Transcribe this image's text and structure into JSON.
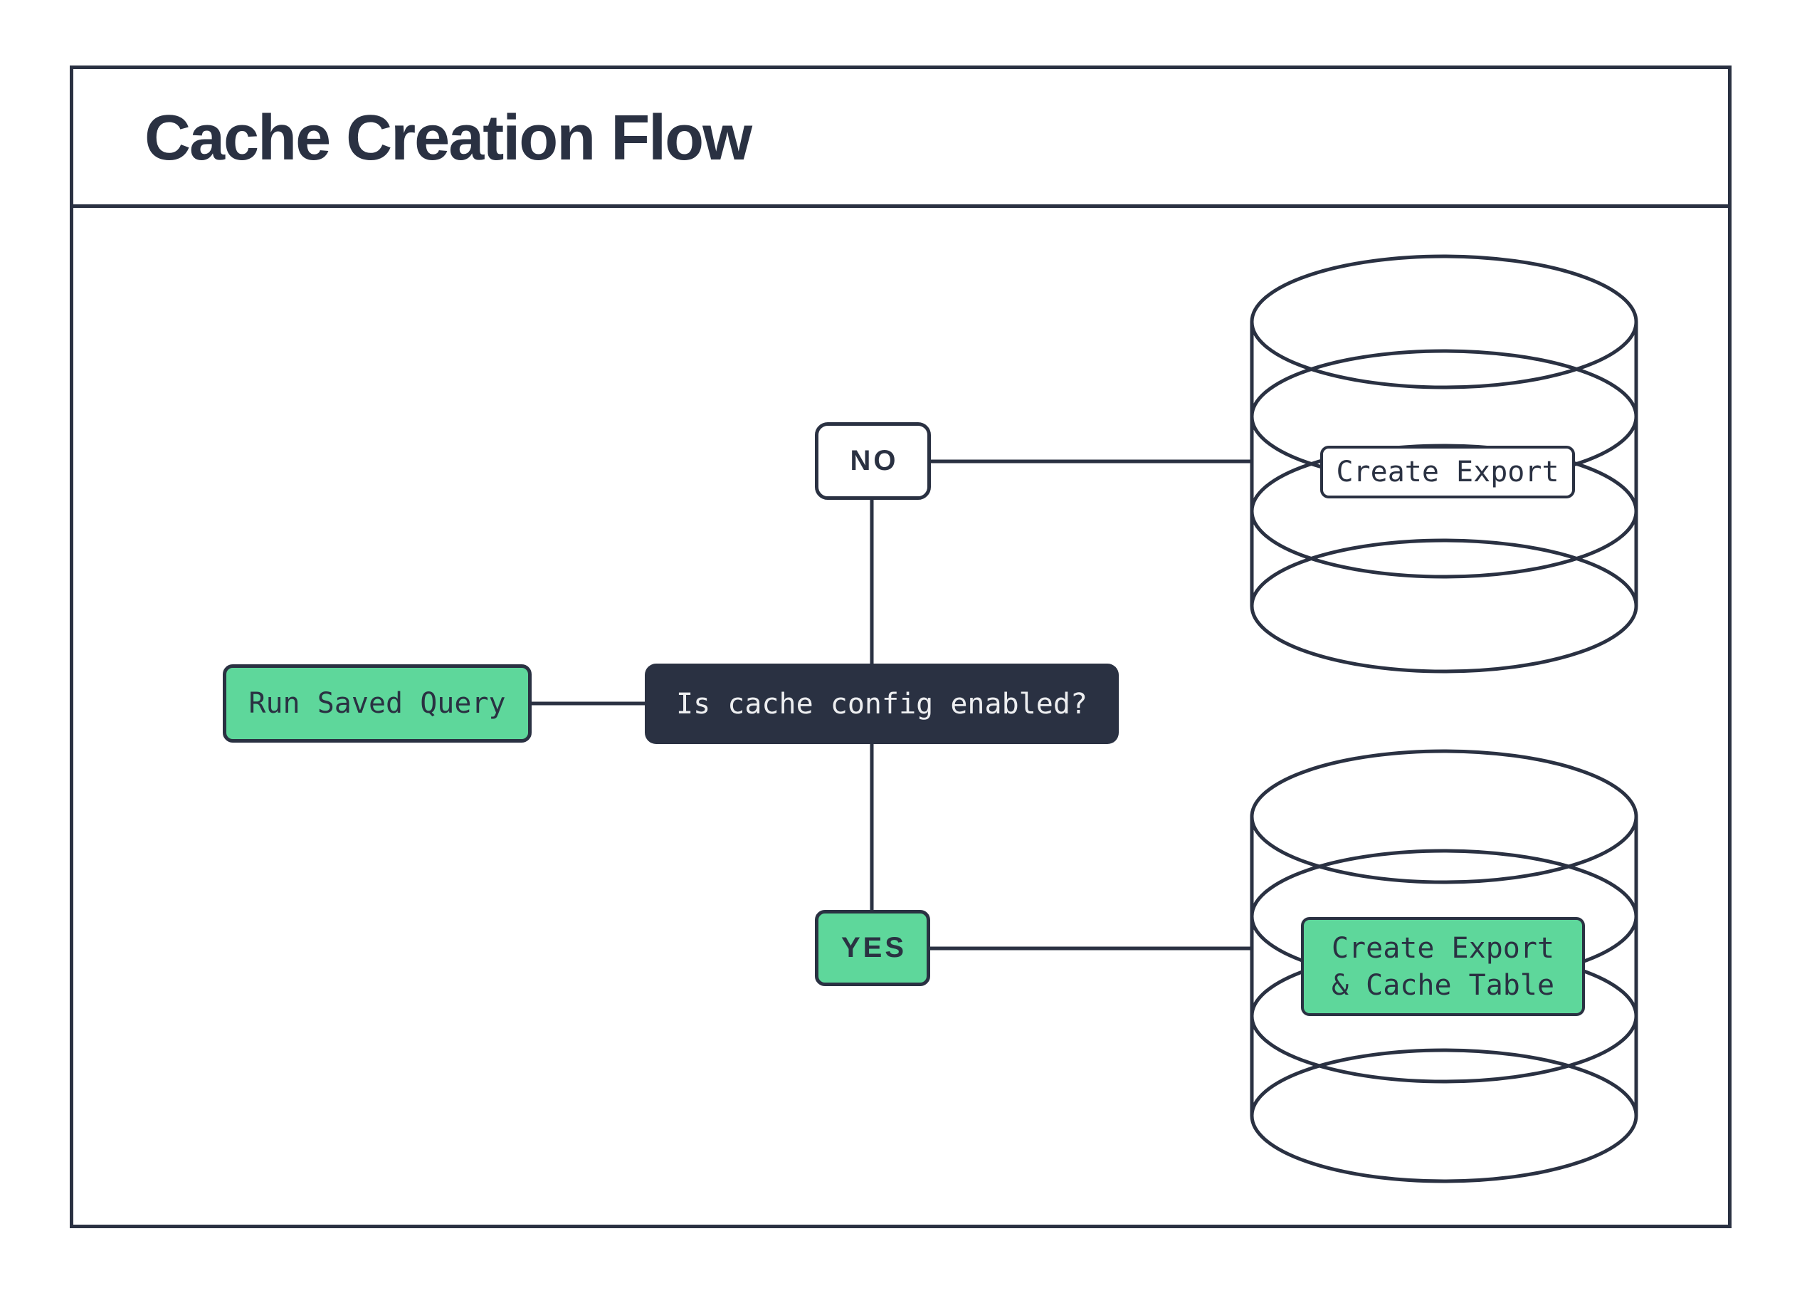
{
  "title": "Cache Creation Flow",
  "nodes": {
    "run": {
      "label": "Run Saved Query"
    },
    "decision": {
      "label": "Is cache config enabled?"
    },
    "branch_no": {
      "label": "NO"
    },
    "branch_yes": {
      "label": "YES"
    },
    "export": {
      "label": "Create Export"
    },
    "export_cache": {
      "line1": "Create Export",
      "line2": "& Cache Table"
    }
  },
  "colors": {
    "outline_dark": "#2A3142",
    "accent_green": "#5ED79B",
    "background": "#FFFFFF",
    "text_on_dark": "#EDEEF0"
  }
}
